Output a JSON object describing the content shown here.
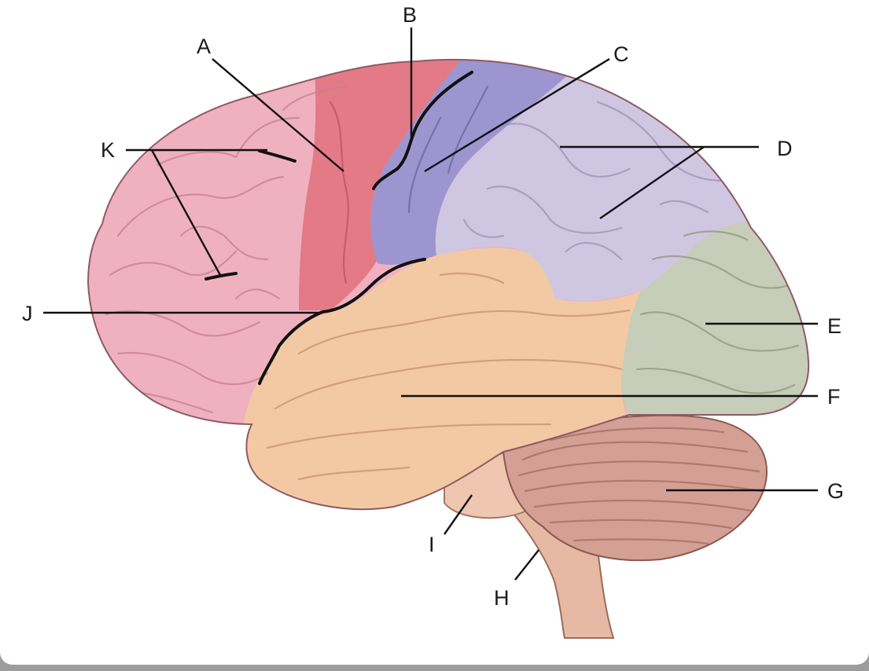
{
  "diagram": {
    "labels": [
      "A",
      "B",
      "C",
      "D",
      "E",
      "F",
      "G",
      "H",
      "I",
      "J",
      "K"
    ]
  },
  "colors": {
    "frontal": "#efb1c0",
    "premotor": "#e47a86",
    "motor": "#9d95d0",
    "parietal": "#cfc7e2",
    "occipital": "#c6cdb9",
    "temporal": "#f3c9a4",
    "cerebellum": "#d49f94",
    "brainstem": "#e7b8a4",
    "background": "#ffffff"
  }
}
